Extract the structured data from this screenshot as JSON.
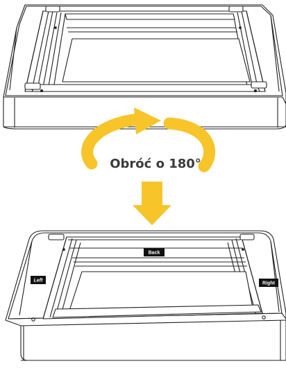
{
  "instruction": {
    "rotate_label": "Obróć o 180°"
  },
  "bottom_unit": {
    "label_back": "Back",
    "label_left": "Left",
    "label_right": "Right"
  },
  "colors": {
    "arrow": "#F7C42A",
    "outline": "#1f1f1f",
    "tag_background": "#111111",
    "caption_text": "#3a3a3a"
  },
  "icons": {
    "rotate": "curved-rotate-arrows-icon",
    "down": "down-arrow-icon"
  }
}
